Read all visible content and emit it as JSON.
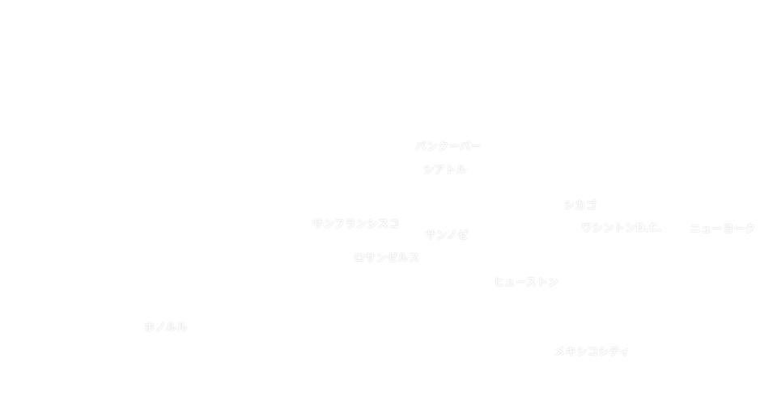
{
  "map": {
    "label_color": "#ffffff",
    "background_color": "#ffffff",
    "cities": {
      "vancouver": "バンクーバー",
      "seattle": "シアトル",
      "chicago": "シカゴ",
      "san_francisco": "サンフランシスコ",
      "san_jose": "サンノゼ",
      "washington_dc": "ワシントンD.C.",
      "new_york": "ニューヨーク",
      "los_angeles": "ロサンゼルス",
      "houston": "ヒューストン",
      "honolulu": "ホノルル",
      "mexico_city": "メキシコシティ"
    }
  }
}
